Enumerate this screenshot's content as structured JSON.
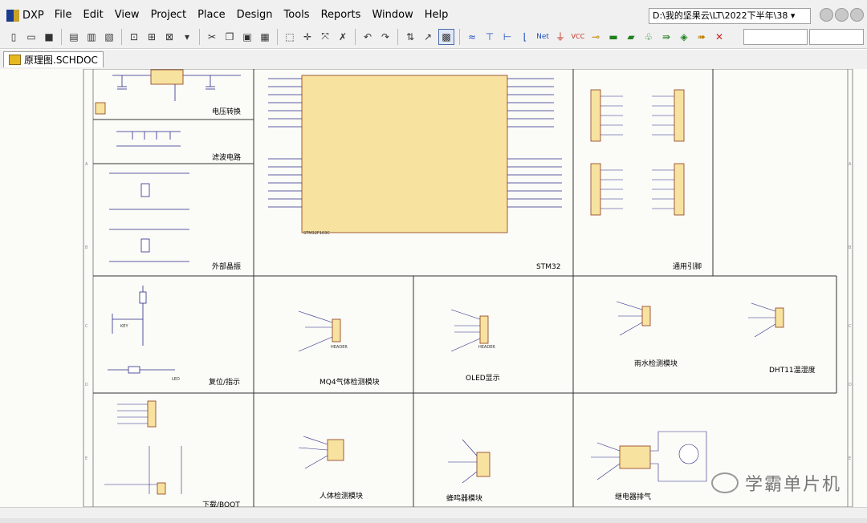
{
  "app": {
    "name": "DXP"
  },
  "menu": [
    "File",
    "Edit",
    "View",
    "Project",
    "Place",
    "Design",
    "Tools",
    "Reports",
    "Window",
    "Help"
  ],
  "path": "D:\\我的坚果云\\LT\\2022下半年\\38 ▾",
  "document_tab": "原理图.SCHDOC",
  "modules": {
    "power": "电压转换",
    "filter": "滤波电路",
    "crystal": "外部晶振",
    "mcu": "STM32",
    "mcu_part": "STM32F103C",
    "gpio": "通用引脚",
    "reset": "复位/指示",
    "mq4": "MQ4气体检测模块",
    "oled": "OLED显示",
    "rain": "雨水检测模块",
    "dht11": "DHT11温湿度",
    "download": "下载/BOOT",
    "pir": "人体检测模块",
    "buzzer": "蜂鸣器模块",
    "relay": "继电器排气"
  },
  "labels": {
    "header": "HEADER",
    "gnd": "GND",
    "vcc": "VCC",
    "key": "KEY",
    "led": "LED"
  },
  "watermark": "学霸单片机"
}
